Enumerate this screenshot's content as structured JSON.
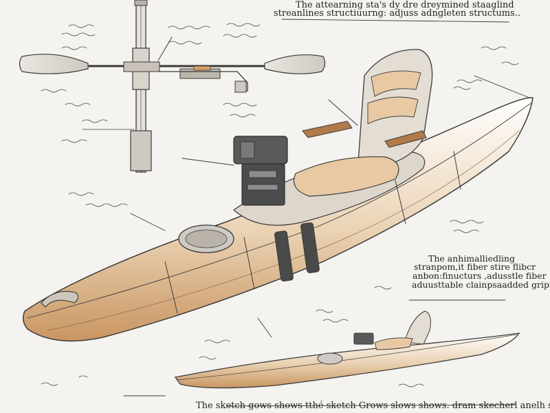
{
  "annotations": {
    "top_caption": [
      "The attearning sta's dy dre dreymined staaglind",
      "streanlines structiuurng: adjuss adngleten structums.."
    ],
    "side_caption": [
      "The anhimalliedling",
      "stranpom,it fiber stire flibcr",
      "anbon:finucturs ,adusstle fiber",
      "aduusttable clainpsaadded grips."
    ],
    "bottom_caption": "The sketch gows shows tthé sketch Grows slows shows.  dram skecherl anelh shtch"
  },
  "colors": {
    "ink": "#3a3a3a",
    "paper": "#f4f3ef",
    "accent_tan": "#d9a066",
    "accent_light": "#e8c9a4"
  }
}
